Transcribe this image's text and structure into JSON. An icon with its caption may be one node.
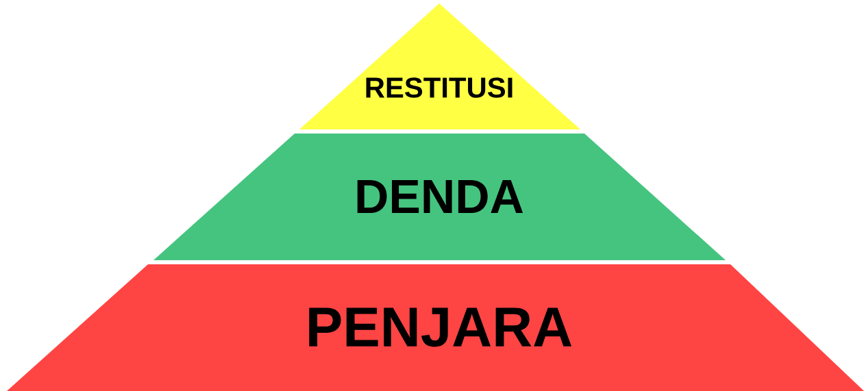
{
  "diagram": {
    "nodes": [
      {
        "text": [
          "RESTITUSI"
        ]
      },
      {
        "text": [
          "DENDA"
        ]
      },
      {
        "text": [
          "PENJARA"
        ]
      }
    ]
  }
}
